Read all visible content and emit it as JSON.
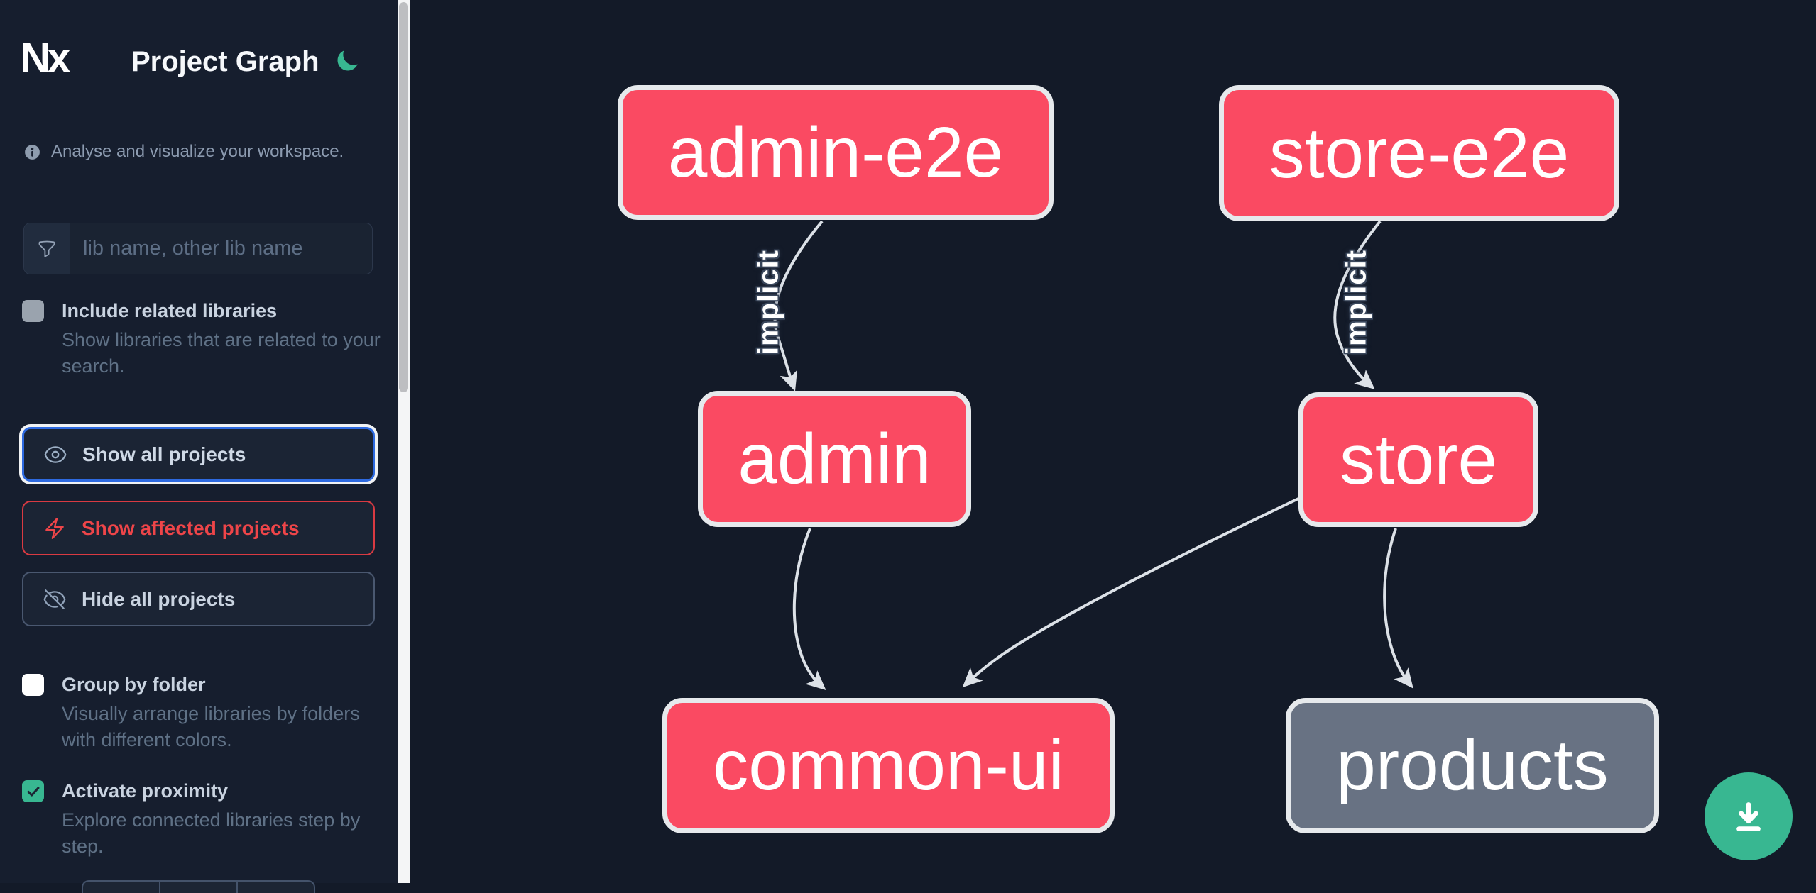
{
  "app": {
    "logo_text": "Nx",
    "title": "Project Graph",
    "theme_icon": "moon-icon",
    "accent_green": "#38b791",
    "accent_blue": "#2e6ae0",
    "accent_red": "#ee4549",
    "node_pink": "#fa4a62",
    "node_gray": "#687283"
  },
  "sidebar": {
    "tagline": "Analyse and visualize your workspace.",
    "search": {
      "placeholder": "lib name, other lib name",
      "icon": "funnel-icon"
    },
    "toggles": [
      {
        "label": "Include related libraries",
        "description": "Show libraries that are related to your search.",
        "checked": false
      },
      {
        "label": "Group by folder",
        "description": "Visually arrange libraries by folders with different colors.",
        "checked": false
      },
      {
        "label": "Activate proximity",
        "description": "Explore connected libraries step by step.",
        "checked": true
      }
    ],
    "buttons": [
      {
        "label": "Show all projects",
        "icon": "eye-icon",
        "state": "focused"
      },
      {
        "label": "Show affected projects",
        "icon": "bolt-icon",
        "state": "danger"
      },
      {
        "label": "Hide all projects",
        "icon": "eye-slash-icon",
        "state": "neutral"
      }
    ]
  },
  "graph": {
    "nodes": [
      {
        "id": "admin-e2e",
        "label": "admin-e2e",
        "type": "app"
      },
      {
        "id": "store-e2e",
        "label": "store-e2e",
        "type": "app"
      },
      {
        "id": "admin",
        "label": "admin",
        "type": "app"
      },
      {
        "id": "store",
        "label": "store",
        "type": "app"
      },
      {
        "id": "common-ui",
        "label": "common-ui",
        "type": "lib"
      },
      {
        "id": "products",
        "label": "products",
        "type": "lib-gray"
      }
    ],
    "edges": [
      {
        "from": "admin-e2e",
        "to": "admin",
        "label": "implicit"
      },
      {
        "from": "store-e2e",
        "to": "store",
        "label": "implicit"
      },
      {
        "from": "admin",
        "to": "common-ui",
        "label": ""
      },
      {
        "from": "store",
        "to": "common-ui",
        "label": ""
      },
      {
        "from": "store",
        "to": "products",
        "label": ""
      }
    ]
  },
  "fab": {
    "icon": "download-icon"
  }
}
